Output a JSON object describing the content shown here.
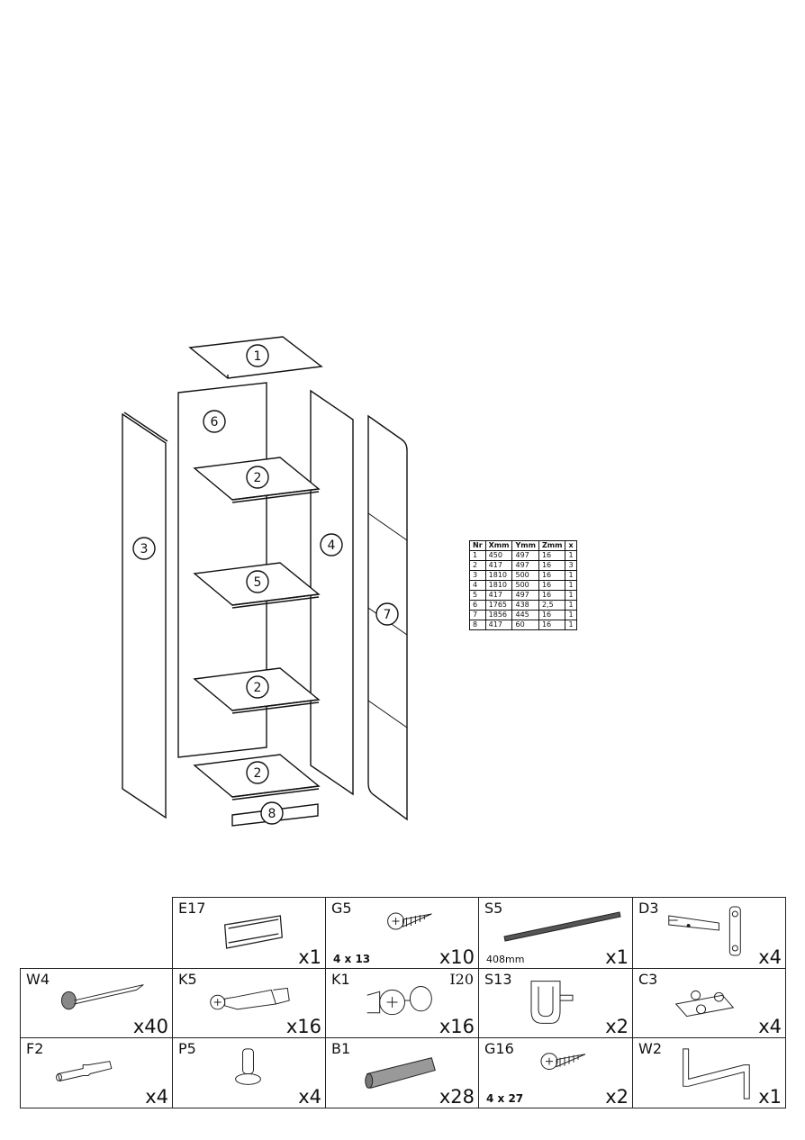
{
  "parts": {
    "top": "1",
    "shelf_a": "2",
    "shelf_b": "2",
    "shelf_c": "2",
    "left_side": "3",
    "right_side": "4",
    "middle_shelf": "5",
    "back_panel": "6",
    "door": "7",
    "plinth": "8"
  },
  "table": {
    "headers": [
      "Nr",
      "Xmm",
      "Ymm",
      "Zmm",
      "x"
    ],
    "rows": [
      [
        "1",
        "450",
        "497",
        "16",
        "1"
      ],
      [
        "2",
        "417",
        "497",
        "16",
        "3"
      ],
      [
        "3",
        "1810",
        "500",
        "16",
        "1"
      ],
      [
        "4",
        "1810",
        "500",
        "16",
        "1"
      ],
      [
        "5",
        "417",
        "497",
        "16",
        "1"
      ],
      [
        "6",
        "1765",
        "438",
        "2,5",
        "1"
      ],
      [
        "7",
        "1856",
        "445",
        "16",
        "1"
      ],
      [
        "8",
        "417",
        "60",
        "16",
        "1"
      ]
    ]
  },
  "hardware": [
    {
      "code": "E17",
      "qty": "x1",
      "icon": "handle-icon"
    },
    {
      "code": "G5",
      "qty": "x10",
      "note": "4 x 13",
      "icon": "screw-icon"
    },
    {
      "code": "S5",
      "qty": "x1",
      "note": "408mm",
      "icon": "rod-icon"
    },
    {
      "code": "D3",
      "qty": "x4",
      "icon": "hinge-icon"
    },
    {
      "code": "W4",
      "qty": "x40",
      "icon": "nail-icon"
    },
    {
      "code": "K5",
      "qty": "x16",
      "icon": "cam-bolt-icon"
    },
    {
      "code": "K1",
      "qty": "x16",
      "extra": "I20",
      "icon": "cam-lock-icon"
    },
    {
      "code": "S13",
      "qty": "x2",
      "icon": "rod-bracket-icon"
    },
    {
      "code": "C3",
      "qty": "x4",
      "icon": "mounting-plate-icon"
    },
    {
      "code": "F2",
      "qty": "x4",
      "icon": "pin-icon"
    },
    {
      "code": "P5",
      "qty": "x4",
      "icon": "shelf-support-icon"
    },
    {
      "code": "B1",
      "qty": "x28",
      "icon": "dowel-icon"
    },
    {
      "code": "G16",
      "qty": "x2",
      "note": "4 x 27",
      "icon": "screw-icon"
    },
    {
      "code": "W2",
      "qty": "x1",
      "icon": "allen-key-icon"
    }
  ]
}
